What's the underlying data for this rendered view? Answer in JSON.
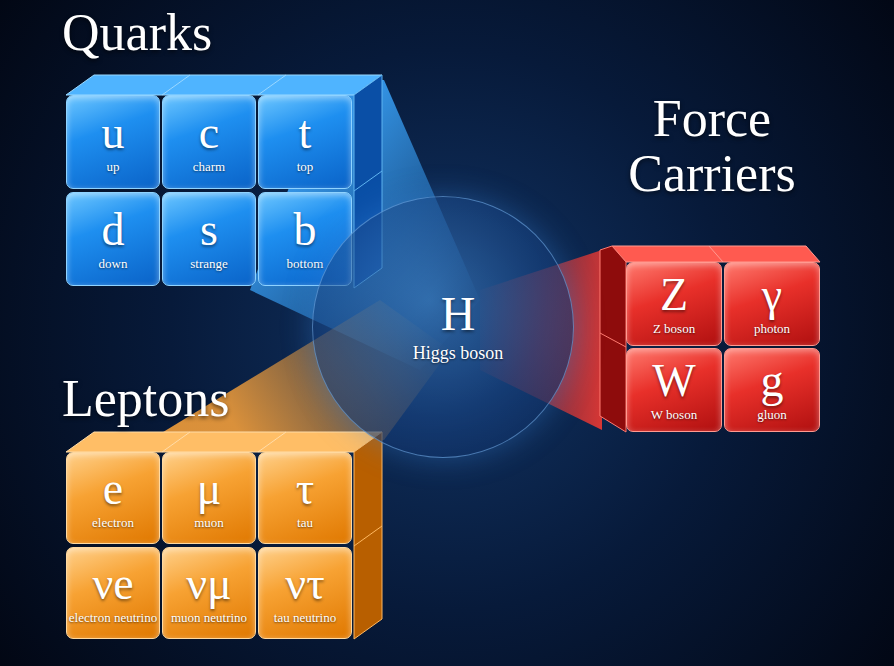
{
  "diagram": {
    "nodes": [
      {
        "text": [
          "Quarks"
        ]
      },
      {
        "text": [
          "u",
          "up"
        ],
        "in": 0
      },
      {
        "text": [
          "c",
          "charm"
        ],
        "in": 0
      },
      {
        "text": [
          "t",
          "top"
        ],
        "in": 0
      },
      {
        "text": [
          "d",
          "down"
        ],
        "in": 0
      },
      {
        "text": [
          "s",
          "strange"
        ],
        "in": 0
      },
      {
        "text": [
          "b",
          "bottom"
        ],
        "in": 0
      },
      {
        "text": [
          "Force Carriers"
        ]
      },
      {
        "text": [
          "Z",
          "Z boson"
        ],
        "in": 7
      },
      {
        "text": [
          "γ",
          "photon"
        ],
        "in": 7
      },
      {
        "text": [
          "W",
          "W boson"
        ],
        "in": 7
      },
      {
        "text": [
          "g",
          "gluon"
        ],
        "in": 7
      },
      {
        "text": [
          "H",
          "Higgs boson"
        ]
      },
      {
        "text": [
          "Leptons"
        ]
      },
      {
        "text": [
          "e",
          "electron"
        ],
        "in": 13
      },
      {
        "text": [
          "μ",
          "muon"
        ],
        "in": 13
      },
      {
        "text": [
          "τ",
          "tau"
        ],
        "in": 13
      },
      {
        "text": [
          "νe",
          "electron neutrino"
        ],
        "in": 13
      },
      {
        "text": [
          "νμ",
          "muon neutrino"
        ],
        "in": 13
      },
      {
        "text": [
          "ντ",
          "tau neutrino"
        ],
        "in": 13
      }
    ]
  }
}
